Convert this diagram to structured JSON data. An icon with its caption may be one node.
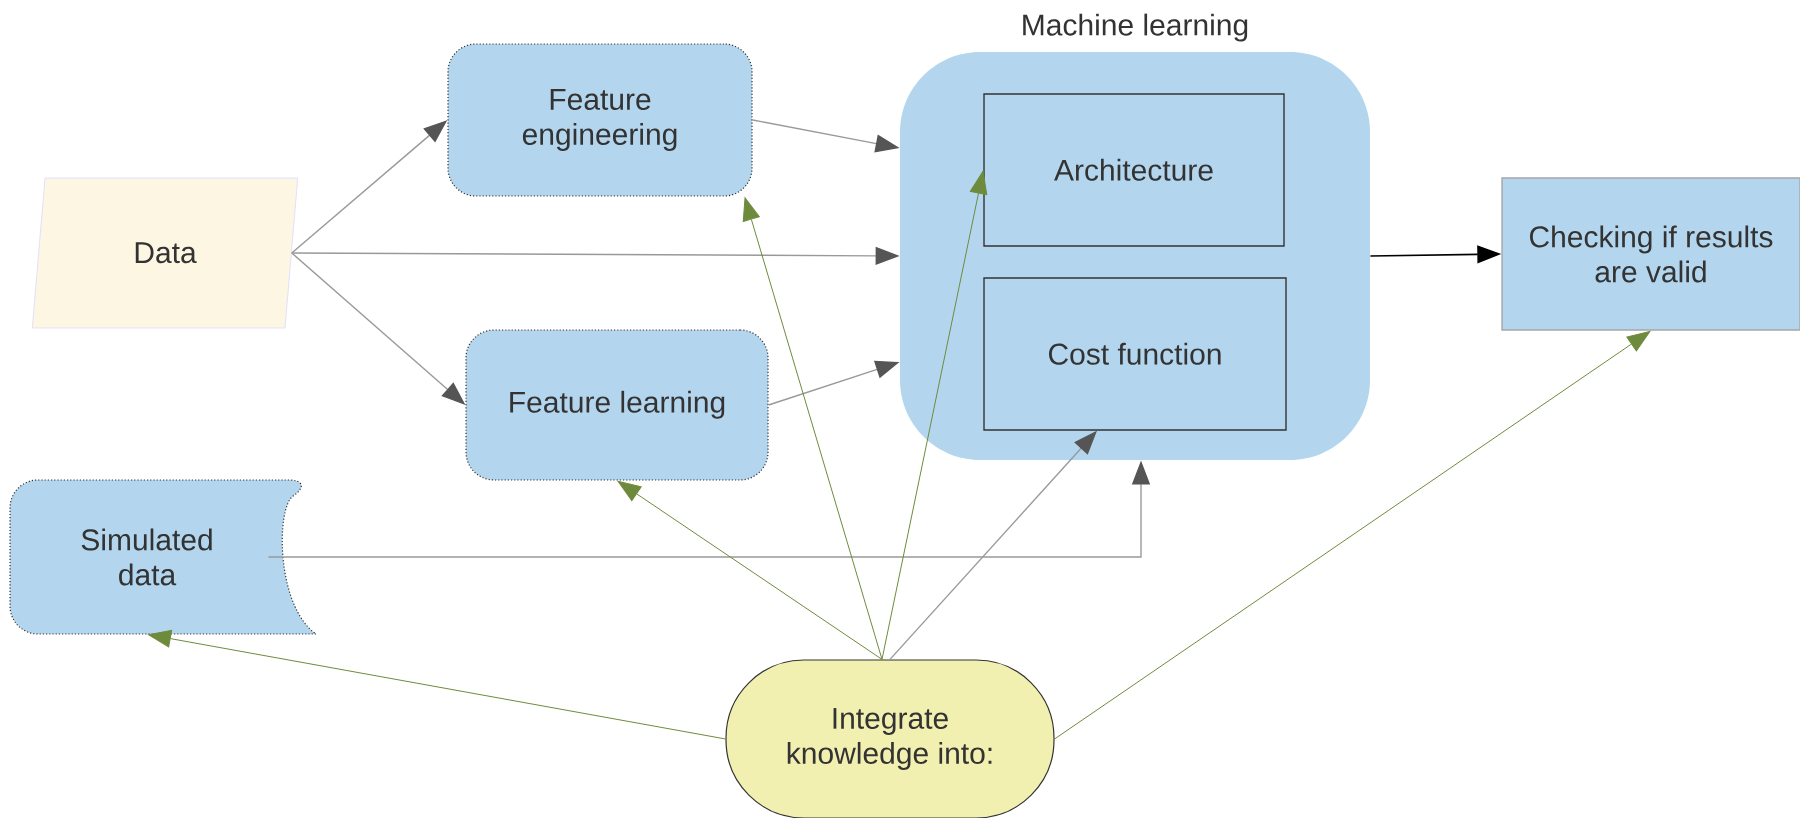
{
  "diagram": {
    "nodes": [
      {
        "text": [
          "Data"
        ]
      },
      {
        "text": [
          "Feature engineering"
        ]
      },
      {
        "text": [
          "Feature learning"
        ]
      },
      {
        "text": [
          "Machine learning"
        ]
      },
      {
        "text": [
          "Architecture"
        ],
        "in": 3
      },
      {
        "text": [
          "Cost function"
        ],
        "in": 3
      },
      {
        "text": [
          "Checking if results are valid"
        ]
      },
      {
        "text": [
          "Simulated data"
        ]
      },
      {
        "text": [
          "Integrate knowledge into:"
        ]
      }
    ],
    "edges": [
      {
        "from": 0,
        "to": 1,
        "arrow": "to"
      },
      {
        "from": 0,
        "to": 3,
        "arrow": "to"
      },
      {
        "from": 0,
        "to": 2,
        "arrow": "to"
      },
      {
        "from": 1,
        "to": 3,
        "arrow": "to"
      },
      {
        "from": 2,
        "to": 3,
        "arrow": "to"
      },
      {
        "from": 3,
        "to": 6,
        "arrow": "to",
        "color": "#000000"
      },
      {
        "from": 7,
        "to": 3,
        "arrow": "to"
      },
      {
        "from": 8,
        "to": 7,
        "arrow": "to",
        "color": "#6e8b3d"
      },
      {
        "from": 8,
        "to": 2,
        "arrow": "to",
        "color": "#6e8b3d"
      },
      {
        "from": 8,
        "to": 1,
        "arrow": "to",
        "color": "#6e8b3d"
      },
      {
        "from": 8,
        "to": 4,
        "arrow": "to",
        "color": "#6e8b3d"
      },
      {
        "from": 8,
        "to": 5,
        "arrow": "to"
      },
      {
        "from": 8,
        "to": 6,
        "arrow": "to",
        "color": "#6e8b3d"
      }
    ]
  }
}
